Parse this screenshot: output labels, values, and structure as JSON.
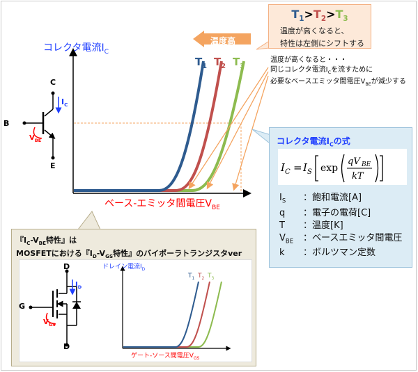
{
  "colors": {
    "t1": "#2e5b8f",
    "t2": "#c0504d",
    "t3": "#8dbb4f",
    "axis_label": "#1f3fff",
    "curve_label": "#ff0000",
    "orange": "#f4a460"
  },
  "main_chart": {
    "ylabel_main": "コレクタ電流I",
    "ylabel_sub": "C",
    "xlabel_main": "ベース-エミッタ間電圧V",
    "xlabel_sub": "BE",
    "curve_labels": [
      {
        "main": "T",
        "sub": "1"
      },
      {
        "main": "T",
        "sub": "2"
      },
      {
        "main": "T",
        "sub": "3"
      }
    ]
  },
  "temp_arrow_label": "温度高",
  "top_callout": {
    "title": [
      {
        "main": "T",
        "sub": "1"
      },
      {
        "sep": ">"
      },
      {
        "main": "T",
        "sub": "2"
      },
      {
        "sep": ">"
      },
      {
        "main": "T",
        "sub": "3"
      }
    ],
    "sep": ">",
    "line1": "温度が高くなると、",
    "line2": "特性は左側にシフトする"
  },
  "note": {
    "line1": "温度が高くなると・・・",
    "line2_a": "同じコレクタ電流I",
    "line2_sub": "C",
    "line2_b": "を流すために",
    "line3_a": "必要なベースエミッタ間電圧V",
    "line3_sub": "BE",
    "line3_b": "が減少する"
  },
  "transistor": {
    "b": "B",
    "c": "C",
    "e": "E",
    "ic_main": "I",
    "ic_sub": "C",
    "vbe_main": "V",
    "vbe_sub": "BE"
  },
  "formula_box": {
    "title_a": "コレクタ電流I",
    "title_sub": "C",
    "title_b": "の式",
    "defs": [
      {
        "sym": "I",
        "sym_sub": "S",
        "desc": "：飽和電流[A]"
      },
      {
        "sym": "q",
        "sym_sub": "",
        "desc": "：電子の電荷[C]"
      },
      {
        "sym": "T",
        "sym_sub": "",
        "desc": "：温度[K]"
      },
      {
        "sym": "V",
        "sym_sub": "BE",
        "desc": "：ベースエミッタ間電圧"
      },
      {
        "sym": "k",
        "sym_sub": "",
        "desc": "：ボルツマン定数"
      }
    ]
  },
  "bottom_box": {
    "line1_a": "『I",
    "line1_s1": "C",
    "line1_b": "-V",
    "line1_s2": "BE",
    "line1_c": "特性』は",
    "line2_a": "MOSFETにおける『I",
    "line2_s1": "D",
    "line2_b": "-V",
    "line2_s2": "GS",
    "line2_c": "特性』のバイポーラトランジスタver",
    "mosfet": {
      "d_top": "D",
      "d_bottom": "D",
      "g": "G",
      "id_main": "I",
      "id_sub": "D",
      "vgs_main": "V",
      "vgs_sub": "GS"
    },
    "small_chart": {
      "ylabel_main": "ドレイン電流I",
      "ylabel_sub": "D",
      "xlabel_main": "ゲート-ソース間電圧V",
      "xlabel_sub": "GS",
      "curve_labels": [
        {
          "main": "T",
          "sub": "1"
        },
        {
          "main": "T",
          "sub": "2"
        },
        {
          "main": "T",
          "sub": "3"
        }
      ]
    }
  }
}
